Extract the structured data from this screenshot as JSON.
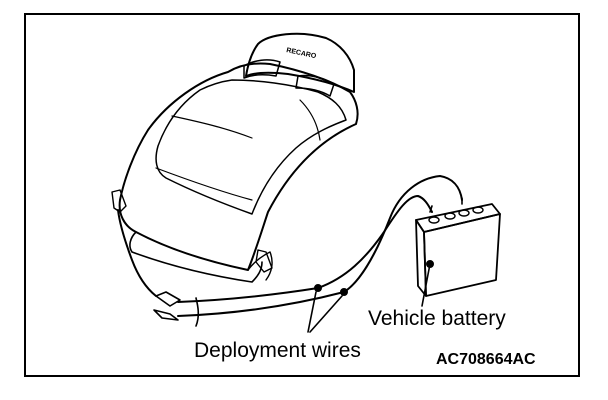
{
  "labels": {
    "battery": "Vehicle battery",
    "wires": "Deployment wires",
    "figure_code": "AC708664AC"
  },
  "seat_logo": "RECARO",
  "colors": {
    "line": "#000000",
    "background": "#ffffff"
  }
}
